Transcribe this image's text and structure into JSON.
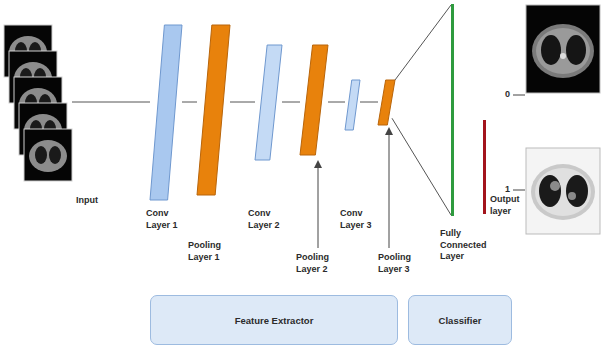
{
  "diagram": {
    "nodes": [
      {
        "text": [
          "Input"
        ]
      },
      {
        "text": [
          "Conv Layer 1"
        ]
      },
      {
        "text": [
          "Pooling Layer 1"
        ]
      },
      {
        "text": [
          "Conv Layer 2"
        ]
      },
      {
        "text": [
          "Pooling Layer 2"
        ]
      },
      {
        "text": [
          "Conv Layer 3"
        ]
      },
      {
        "text": [
          "Pooling Layer 3"
        ]
      },
      {
        "text": [
          "Fully Connected Layer"
        ]
      },
      {
        "text": [
          "Output layer"
        ]
      },
      {
        "text": [
          "Feature Extractor"
        ]
      },
      {
        "text": [
          "Classifier"
        ]
      }
    ],
    "edges": [
      {
        "from": 0,
        "to": 1,
        "arrow": "none"
      },
      {
        "from": 1,
        "to": 2,
        "arrow": "none"
      },
      {
        "from": 2,
        "to": 3,
        "arrow": "none"
      },
      {
        "from": 3,
        "to": 4,
        "arrow": "none"
      },
      {
        "from": 4,
        "to": 5,
        "arrow": "none"
      },
      {
        "from": 5,
        "to": 6,
        "arrow": "none"
      },
      {
        "from": 6,
        "to": 7,
        "arrow": "none"
      }
    ],
    "labels": [
      "0",
      "1"
    ]
  }
}
